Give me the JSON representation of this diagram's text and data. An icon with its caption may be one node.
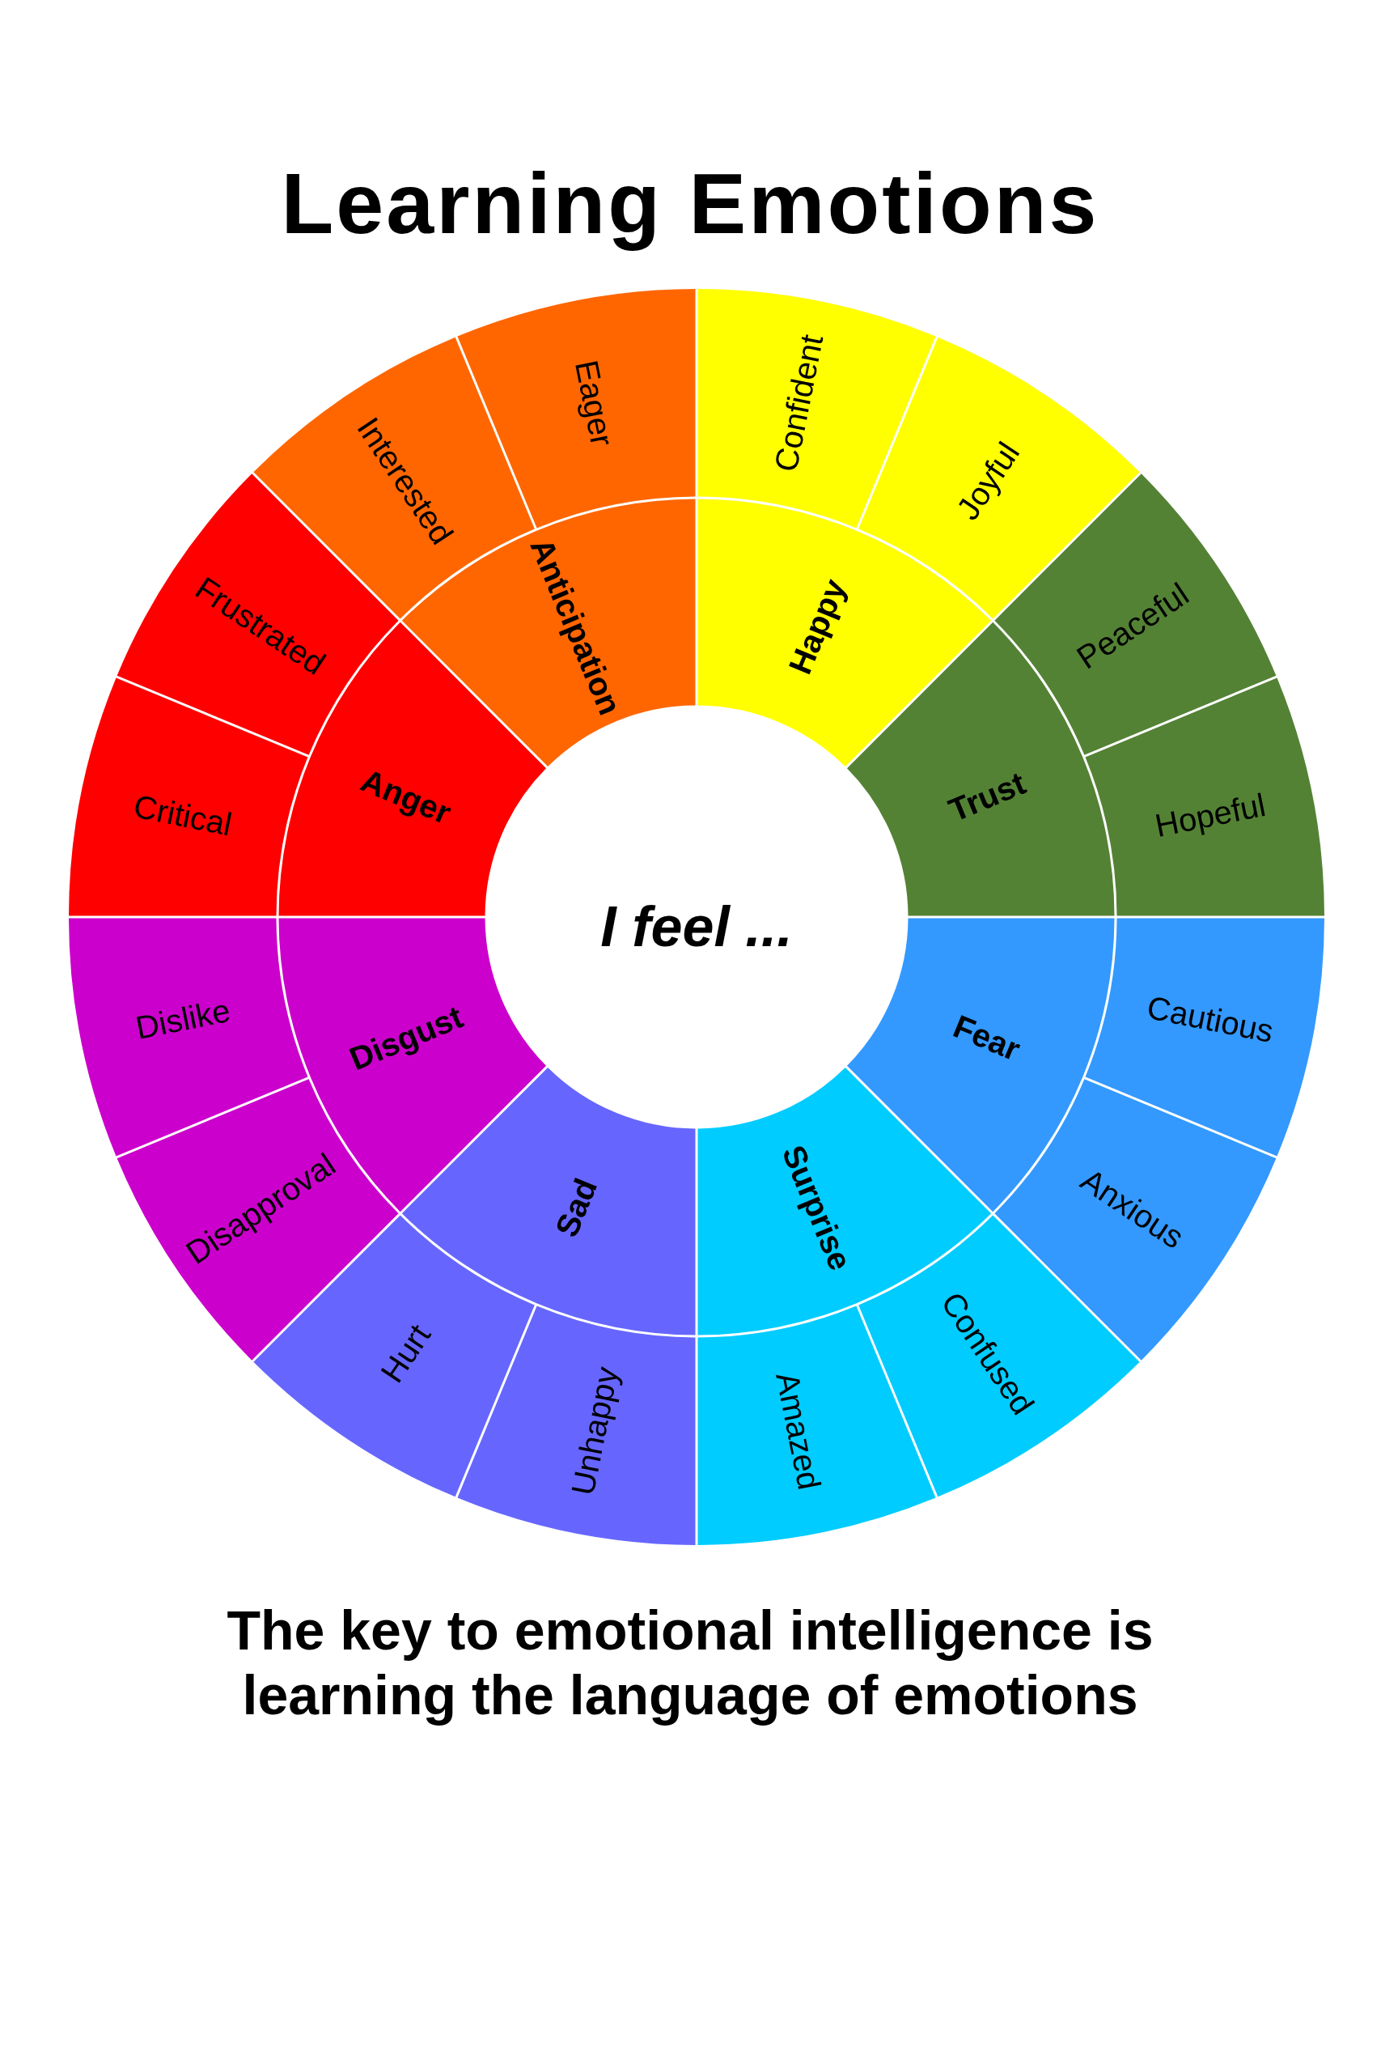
{
  "diagram": {
    "title": "Learning Emotions",
    "caption": "The key to emotional intelligence is learning the language of emotions",
    "nodes": [
      {
        "text": [
          "I feel ..."
        ]
      },
      {
        "text": [
          "Happy"
        ]
      },
      {
        "text": [
          "Confident"
        ]
      },
      {
        "text": [
          "Joyful"
        ]
      },
      {
        "text": [
          "Trust"
        ]
      },
      {
        "text": [
          "Peaceful"
        ]
      },
      {
        "text": [
          "Hopeful"
        ]
      },
      {
        "text": [
          "Fear"
        ]
      },
      {
        "text": [
          "Cautious"
        ]
      },
      {
        "text": [
          "Anxious"
        ]
      },
      {
        "text": [
          "Surprise"
        ]
      },
      {
        "text": [
          "Confused"
        ]
      },
      {
        "text": [
          "Amazed"
        ]
      },
      {
        "text": [
          "Sad"
        ]
      },
      {
        "text": [
          "Unhappy"
        ]
      },
      {
        "text": [
          "Hurt"
        ]
      },
      {
        "text": [
          "Disgust"
        ]
      },
      {
        "text": [
          "Disapproval"
        ]
      },
      {
        "text": [
          "Dislike"
        ]
      },
      {
        "text": [
          "Anger"
        ]
      },
      {
        "text": [
          "Critical"
        ]
      },
      {
        "text": [
          "Frustrated"
        ]
      },
      {
        "text": [
          "Anticipation"
        ]
      },
      {
        "text": [
          "Interested"
        ]
      },
      {
        "text": [
          "Eager"
        ]
      }
    ]
  }
}
